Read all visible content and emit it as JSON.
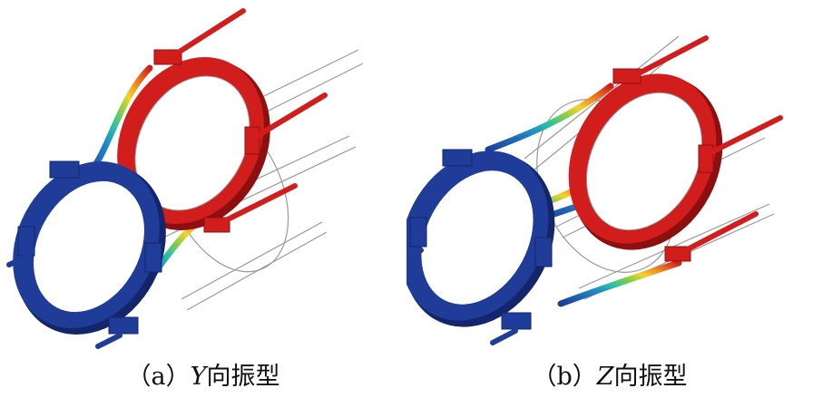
{
  "panels": [
    {
      "paren_open": "（",
      "label": "a",
      "paren_close": "）",
      "axis": "Y",
      "suffix": "向振型"
    },
    {
      "paren_open": "（",
      "label": "b",
      "paren_close": "）",
      "axis": "Z",
      "suffix": "向振型"
    }
  ],
  "colors": {
    "fixed_ring": "#1f3c99",
    "fixed_ring_dark": "#13266b",
    "moving_ring": "#d21d1d",
    "moving_ring_dark": "#8e0f0f",
    "rod_frame": "#9a9a9a"
  },
  "colormap": [
    "#1f3c99",
    "#1e88c8",
    "#2cc0a6",
    "#86cf44",
    "#f2d42c",
    "#f08c1e",
    "#d21d1d"
  ]
}
